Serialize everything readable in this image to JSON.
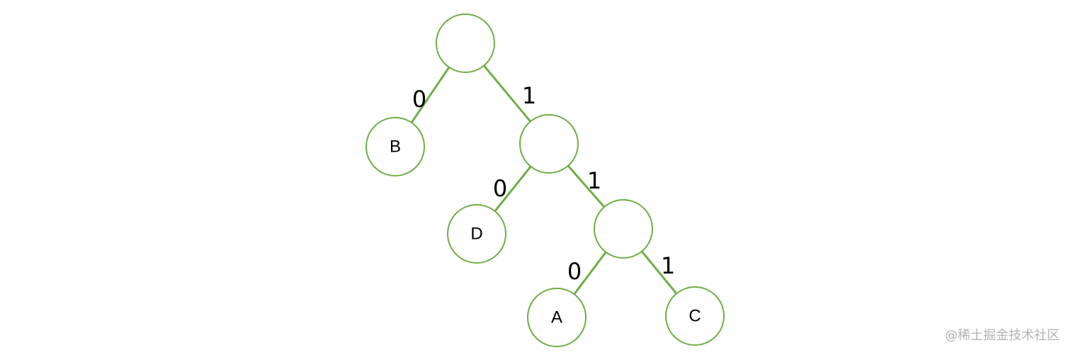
{
  "tree": {
    "nodes": [
      {
        "id": "root",
        "label": ""
      },
      {
        "id": "B",
        "label": "B"
      },
      {
        "id": "n1",
        "label": ""
      },
      {
        "id": "D",
        "label": "D"
      },
      {
        "id": "n2",
        "label": ""
      },
      {
        "id": "A",
        "label": "A"
      },
      {
        "id": "C",
        "label": "C"
      }
    ],
    "edges": [
      {
        "from": "root",
        "to": "B",
        "label": "0"
      },
      {
        "from": "root",
        "to": "n1",
        "label": "1"
      },
      {
        "from": "n1",
        "to": "D",
        "label": "0"
      },
      {
        "from": "n1",
        "to": "n2",
        "label": "1"
      },
      {
        "from": "n2",
        "to": "A",
        "label": "0"
      },
      {
        "from": "n2",
        "to": "C",
        "label": "1"
      }
    ]
  },
  "watermark": "@稀土掘金技术社区",
  "colors": {
    "node_stroke": "#70ad47",
    "edge": "#70ad47",
    "text": "#000000",
    "watermark": "#b3b3b3"
  }
}
